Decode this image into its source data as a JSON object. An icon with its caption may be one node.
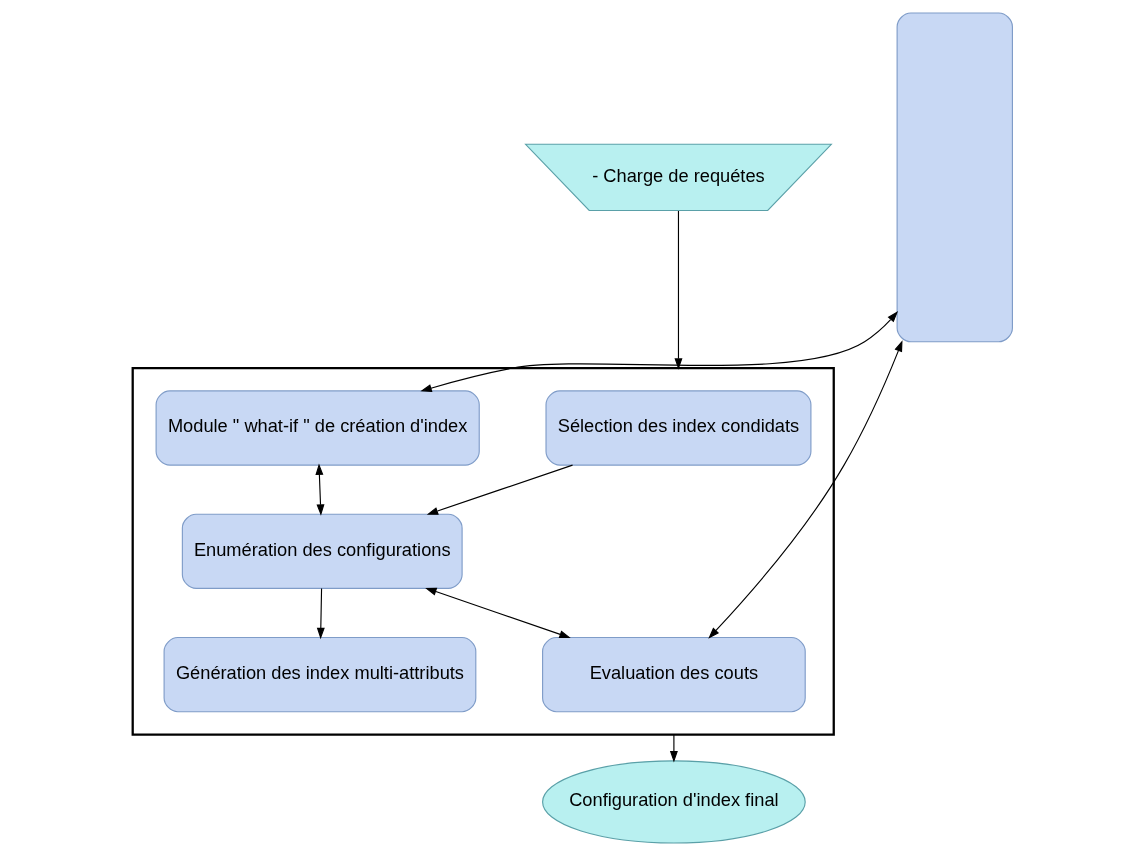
{
  "diagram": {
    "nodes": [
      {
        "text": [
          "- Charge de requétes"
        ]
      },
      {
        "text": [],
        "shape": "box"
      },
      {
        "text": [
          "Sélection des index condidats"
        ],
        "in": 1
      },
      {
        "text": [
          "Module \" what-if \" de création d'index"
        ],
        "in": 1
      },
      {
        "text": [
          "Enumération des configurations"
        ],
        "in": 1
      },
      {
        "text": [
          "Génération des index multi-attributs"
        ],
        "in": 1
      },
      {
        "text": [
          "Evaluation des couts"
        ],
        "in": 1
      },
      {
        "text": [],
        "shape": "box"
      },
      {
        "text": [
          "Configuration d'index final"
        ]
      }
    ],
    "edges": [
      {
        "from": 0,
        "to": 1,
        "arrow": "to"
      },
      {
        "from": 2,
        "to": 4,
        "arrow": "to"
      },
      {
        "from": 4,
        "to": 5,
        "arrow": "to"
      },
      {
        "from": 3,
        "to": 4,
        "arrow": "both"
      },
      {
        "from": 4,
        "to": 6,
        "arrow": "both"
      },
      {
        "from": 3,
        "to": 7,
        "arrow": "both"
      },
      {
        "from": 6,
        "to": 7,
        "arrow": "both"
      },
      {
        "from": 1,
        "to": 8,
        "arrow": "to"
      }
    ]
  }
}
